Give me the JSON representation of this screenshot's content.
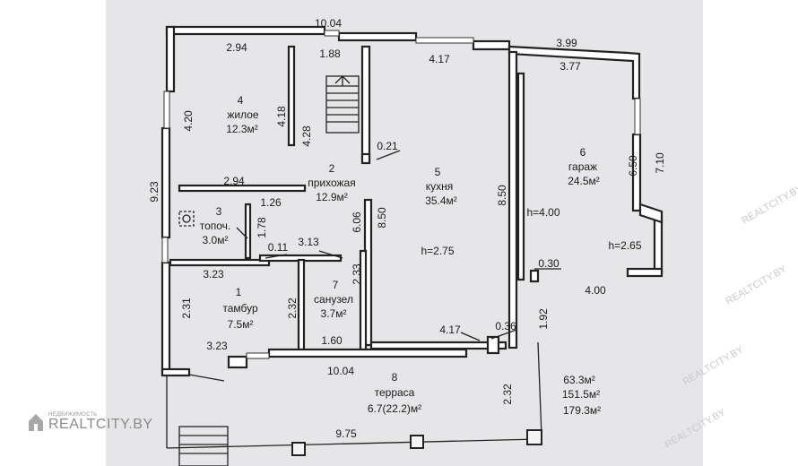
{
  "rooms": [
    {
      "number": "1",
      "name": "тамбур",
      "area": "7.5м²"
    },
    {
      "number": "2",
      "name": "прихожая",
      "area": "12.9м²"
    },
    {
      "number": "3",
      "name": "топоч.",
      "area": "3.0м²"
    },
    {
      "number": "4",
      "name": "жилое",
      "area": "12.3м²"
    },
    {
      "number": "5",
      "name": "кухня",
      "area": "35.4м²"
    },
    {
      "number": "6",
      "name": "гараж",
      "area": "24.5м²"
    },
    {
      "number": "7",
      "name": "санузел",
      "area": "3.7м²"
    },
    {
      "number": "8",
      "name": "терраса",
      "area": "6.7(22.2)м²"
    }
  ],
  "dims": {
    "top_total": "10.04",
    "r4_top": "2.94",
    "stairs_top": "1.88",
    "kitchen_top": "4.17",
    "garage_outer": "3.99",
    "garage_inner": "3.77",
    "left_total": "9.23",
    "r4_left": "4.20",
    "r4_right": "4.18",
    "stairs_side": "4.28",
    "small_021": "0.21",
    "r2_top": "2.94",
    "r3_126": "1.26",
    "r3_178": "1.78",
    "r3_011": "0.11",
    "r2_313": "3.13",
    "r2_606": "6.06",
    "kitchen_850_left": "8.50",
    "kitchen_850_right": "8.50",
    "h_400": "h=4.00",
    "h_275": "h=2.75",
    "h_265": "h=2.65",
    "garage_650": "6.50",
    "garage_710": "7.10",
    "garage_030": "0.30",
    "garage_400": "4.00",
    "r1_323_top": "3.23",
    "r1_231": "2.31",
    "r1_232": "2.32",
    "r7_233": "2.33",
    "r1_323_bottom": "3.23",
    "r7_160": "1.60",
    "kitchen_bottom_417": "4.17",
    "small_036": "0.36",
    "side_192": "1.92",
    "bottom_1004": "10.04",
    "terrace_232": "2.32",
    "terrace_975": "9.75"
  },
  "totals": [
    "63.3м²",
    "151.5м²",
    "179.3м²"
  ],
  "watermark": {
    "small": "НЕДВИЖИМОСТЬ",
    "main": "REALTCITY.BY",
    "diag": "REALTCITY.BY"
  },
  "colors": {
    "paper": "#e6e6e9",
    "wall": "#222222"
  }
}
